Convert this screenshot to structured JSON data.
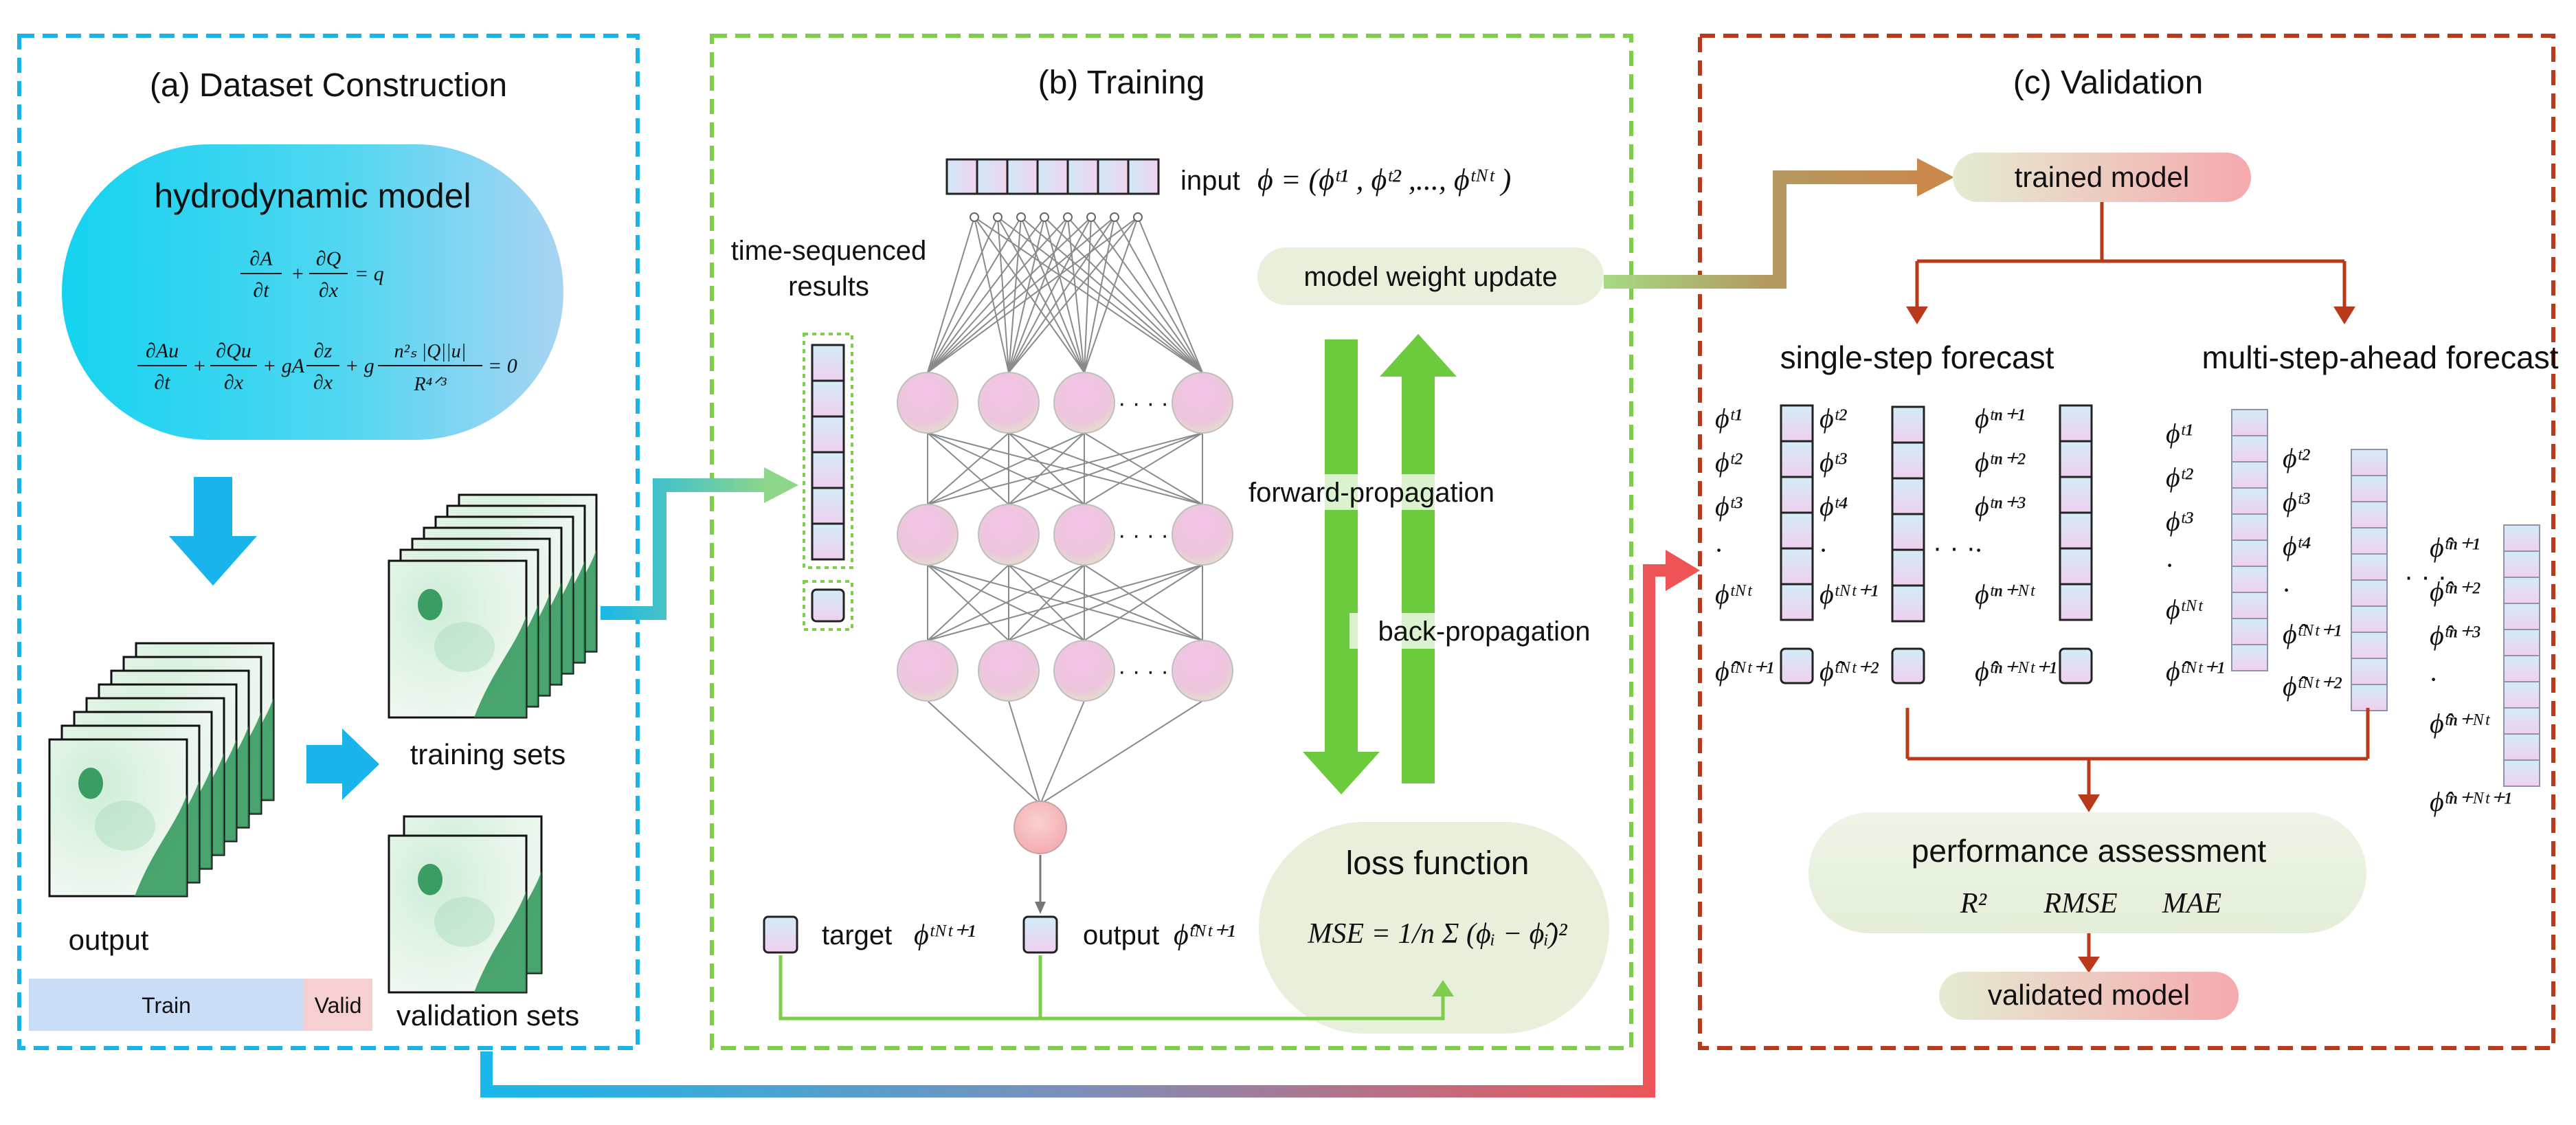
{
  "panels": {
    "dataset": {
      "title": "(a) Dataset Construction",
      "border": "#1ab3e8"
    },
    "training": {
      "title": "(b) Training",
      "border": "#7dcf4a"
    },
    "validation": {
      "title": "(c) Validation",
      "border": "#b83a1a"
    }
  },
  "dataset": {
    "model_title": "hydrodynamic model",
    "eq1": {
      "lhs_a": "∂A",
      "lhs_a_den": "∂t",
      "lhs_b": "∂Q",
      "lhs_b_den": "∂x",
      "rhs": "= q"
    },
    "eq2": {
      "t1_num": "∂Au",
      "t1_den": "∂t",
      "t2_num": "∂Qu",
      "t2_den": "∂x",
      "t3_pre": "+ gA",
      "t3_num": "∂z",
      "t3_den": "∂x",
      "t4_pre": "+ g",
      "t4_num": "n²ₛ |Q||u|",
      "t4_den": "R⁴ᐟ³",
      "rhs": "= 0"
    },
    "output_label": "output",
    "training_sets_label": "training sets",
    "validation_sets_label": "validation sets",
    "split_train": "Train",
    "split_valid": "Valid",
    "train_fraction": 0.8
  },
  "training": {
    "input_label": "input",
    "input_formula": "ϕ = (ϕᵗ¹ , ϕᵗ² ,..., ϕᵗᴺᵗ )",
    "time_seq_label": [
      "time-sequenced",
      "results"
    ],
    "weight_update": "model weight update",
    "forward": "forward-propagation",
    "backward": "back-propagation",
    "loss_title": "loss function",
    "loss_formula": "MSE = 1/n Σ (ϕᵢ − ϕ̂ᵢ)²",
    "target_label": "target",
    "target_sym": "ϕᵗᴺᵗ⁺¹",
    "output_label": "output",
    "output_sym": "ϕ̂ᵗᴺᵗ⁺¹",
    "dots": "· · · ·"
  },
  "validation": {
    "trained_model": "trained model",
    "single_step": "single-step forecast",
    "multi_step": "multi-step-ahead forecast",
    "assessment_title": "performance assessment",
    "metrics": [
      "R²",
      "RMSE",
      "MAE"
    ],
    "validated_model": "validated model",
    "ss_col1": [
      "ϕᵗ¹",
      "ϕᵗ²",
      "ϕᵗ³",
      "·",
      "ϕᵗᴺᵗ"
    ],
    "ss_col1_out": "ϕ̂ᵗᴺᵗ⁺¹",
    "ss_col2": [
      "ϕᵗ²",
      "ϕᵗ³",
      "ϕᵗ⁴",
      "·",
      "ϕᵗᴺᵗ⁺¹"
    ],
    "ss_col2_out": "ϕ̂ᵗᴺᵗ⁺²",
    "ss_col3": [
      "ϕᵗⁿ⁺¹",
      "ϕᵗⁿ⁺²",
      "ϕᵗⁿ⁺³",
      "·",
      "ϕᵗⁿ⁺ᴺᵗ"
    ],
    "ss_col3_out": "ϕ̂ᵗⁿ⁺ᴺᵗ⁺¹",
    "ms_col1": [
      "ϕᵗ¹",
      "ϕᵗ²",
      "ϕᵗ³",
      "·",
      "ϕᵗᴺᵗ"
    ],
    "ms_col1_out": "ϕ̂ᵗᴺᵗ⁺¹",
    "ms_col2": [
      "ϕᵗ²",
      "ϕᵗ³",
      "ϕᵗ⁴",
      "·",
      "ϕ̂ᵗᴺᵗ⁺¹"
    ],
    "ms_col2_out": "ϕ̂ᵗᴺᵗ⁺²",
    "ms_col3": [
      "ϕ̂ᵗⁿ⁺¹",
      "ϕ̂ᵗⁿ⁺²",
      "ϕ̂ᵗⁿ⁺³",
      "·",
      "ϕ̂ᵗⁿ⁺ᴺᵗ"
    ],
    "ms_col3_out": "ϕ̂ᵗⁿ⁺ᴺᵗ⁺¹",
    "ellipsis": "· · ·"
  }
}
